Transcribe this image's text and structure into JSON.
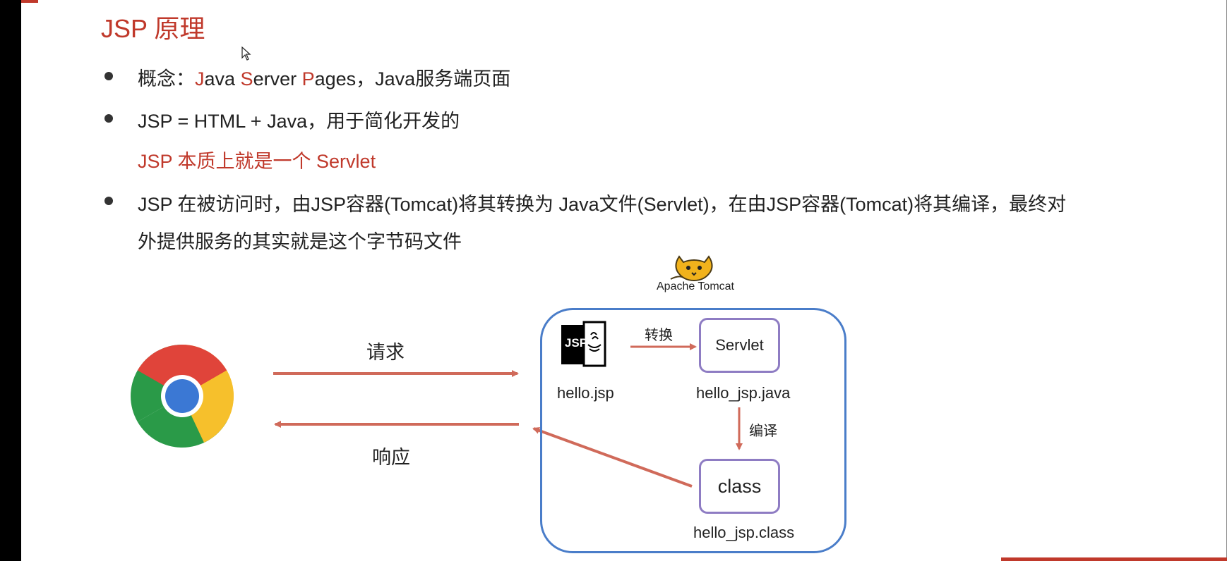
{
  "slide": {
    "title": "JSP 原理",
    "bullet1": {
      "prefix": "概念：",
      "j": "J",
      "ava": "ava ",
      "s": "S",
      "erver": "erver ",
      "p": "P",
      "ages": "ages，Java服务端页面"
    },
    "bullet2": "JSP = HTML + Java，用于简化开发的",
    "highlight": "JSP 本质上就是一个 Servlet",
    "bullet3_line1": "JSP 在被访问时，由JSP容器(Tomcat)将其转换为 Java文件(Servlet)，在由JSP容器(Tomcat)将其编译，最终对",
    "bullet3_line2": "外提供服务的其实就是这个字节码文件"
  },
  "diagram": {
    "request_label": "请求",
    "response_label": "响应",
    "tomcat_caption": "Apache Tomcat",
    "jsp_icon_text": "JSP",
    "jsp_file": "hello.jsp",
    "convert_label": "转换",
    "servlet_box": "Servlet",
    "servlet_file": "hello_jsp.java",
    "compile_label": "编译",
    "class_box": "class",
    "class_file": "hello_jsp.class"
  },
  "colors": {
    "accent_red": "#c0392b",
    "arrow": "#d06a5a",
    "tomcat_border": "#4a7dc9",
    "node_border": "#8e7cc3"
  },
  "icons": [
    "chrome-browser-icon",
    "tomcat-cat-icon",
    "jsp-file-icon",
    "mouse-cursor-icon"
  ]
}
